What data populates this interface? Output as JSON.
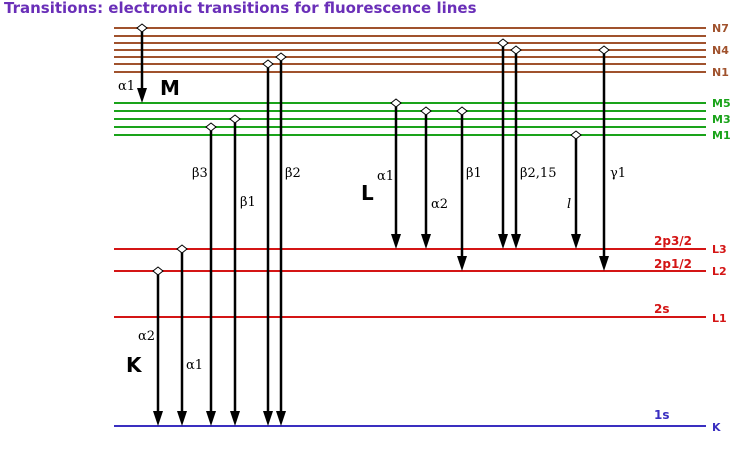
{
  "title": "Transitions: electronic transitions for fluorescence lines",
  "colors": {
    "N": "#a0522d",
    "M": "#1aa31a",
    "L": "#d41515",
    "K": "#3a2fc0",
    "title": "#6a2fb8",
    "arrow": "#000000"
  },
  "shell_labels": {
    "N7": "N7",
    "N4": "N4",
    "N1": "N1",
    "M5": "M5",
    "M3": "M3",
    "M1": "M1",
    "L3": "L3",
    "L2": "L2",
    "L1": "L1",
    "K": "K"
  },
  "orbital_labels": {
    "L3": "2p3/2",
    "L2": "2p1/2",
    "L1": "2s",
    "K": "1s"
  },
  "series_labels": {
    "M": "M",
    "L": "L",
    "K": "K"
  },
  "transitions": {
    "M_a1": "α1",
    "K_a2": "α2",
    "K_a1": "α1",
    "K_b3": "β3",
    "K_b1": "β1",
    "K_b2": "β2",
    "L_a1": "α1",
    "L_a2": "α2",
    "L_b1": "β1",
    "L_b215": "β2,15",
    "L_l": "l",
    "L_g1": "γ1"
  }
}
